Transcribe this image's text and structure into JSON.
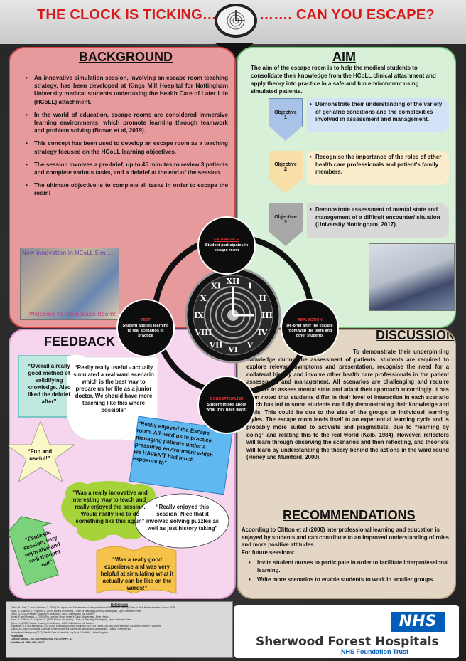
{
  "header": {
    "title_left": "THE CLOCK IS TICKING….",
    "title_right": "……. CAN YOU ESCAPE?"
  },
  "colors": {
    "title_red": "#d61a1a",
    "background_panel": "#e79a9c",
    "aim_panel": "#d8f0d8",
    "feedback_panel": "#f6d5ee",
    "discussion_panel": "#e3d6c4",
    "nhs_blue": "#005eb8"
  },
  "background": {
    "title": "BACKGROUND",
    "bullets": [
      "An innovative simulation session, involving an escape room teaching strategy, has been developed at Kings Mill Hospital for Nottingham University medical students undertaking the Health Care of Later Life (HCoLL) attachment.",
      "In the world of education, escape rooms are considered immersive learning environments, which promote learning through teamwork and problem solving (Brown et al, 2019).",
      "This concept has been used to develop  an escape room as a teaching strategy focused on the HCoLL learning objectives.",
      "The session involves  a pre-brief, up to 45 minutes to review 3 patients and complete various tasks, and a debrief at the end of the session.",
      "The ultimate objective is to complete all tasks in order to escape the room!"
    ],
    "photo_caption_top": "New innovation in HCoLL Sim….",
    "photo_caption_bottom": "Welcome to the Escape Room!"
  },
  "aim": {
    "title": "AIM",
    "text": "The aim of the escape room is to help the medical students to consolidate their knowledge from the HCoLL clinical attachment and apply theory into practice in a safe and fun environment using simulated patients.",
    "objectives": [
      {
        "label": "Objective",
        "number": "1",
        "text": "Demonstrate their understanding of the variety of geriatric conditions and the complexities involved in assessment and management."
      },
      {
        "label": "Objective",
        "number": "2",
        "text": "Recognise the importance of the roles of other health care professionals and patient's family  members."
      },
      {
        "label": "Objective",
        "number": "3",
        "text": "Demonstrate assessment of mental state and management of a  difficult encounter/ situation (University Nottingham, 2017)."
      }
    ]
  },
  "cycle": {
    "experience": {
      "label": "EXPERIENCE",
      "text": "Student participates in escape room"
    },
    "reflection": {
      "label": "REFLECTION",
      "text": "De-brief after the escape room with the team and other students"
    },
    "conceptualise": {
      "label": "CONCEPTUALISE",
      "text": "Student thinks about what they have learnt"
    },
    "test": {
      "label": "TEST",
      "text": "Student applies learning to real scenarios in practice"
    },
    "numerals": [
      "XII",
      "III",
      "VI",
      "IX",
      "I",
      "II",
      "IV",
      "V",
      "VII",
      "VIII",
      "X",
      "XI"
    ]
  },
  "feedback": {
    "title": "FEEDBACK",
    "quotes": [
      "“Overall a really good method of solidifying knowledge. Also liked the debrief after”",
      "“Really really useful - actually simulated a real ward scenario which is the best way to prepare us for life as a junior doctor. We should have more teaching like this where possible”",
      "“Fun and useful!”",
      "“Really enjoyed the Escape room. Allowed us to practice managing patients under a pressured environment which we HAVEN'T had much exposure to”",
      "“Was a really innovative and interesting way to teach and I really enjoyed the session. Would really like to do something like this again”",
      "“Really enjoyed this session! Nice that it involved solving puzzles as well as just history taking”",
      "“Fantastic session, very enjoyable and well thought out”",
      "“Was a really good experience and was very helpful at simulating what it actually can be like on the wards!”"
    ]
  },
  "discussion": {
    "title": "DISCUSSION",
    "text": "To demonstrate their underpinning knowledge during the assessment of patients, students are required to explore relevant symptoms and presentation, recognise the need for a collateral history and involve other health care professionals in the patient assessment and management.  All scenarios are challenging and require students to assess mental state and adapt their approach accordingly.  It has been noted that students differ in their level of interaction in each scenario which has led to some students not fully demonstrating their knowledge and skills.  This could be due to the size of the groups or individual learning styles. The escape room lends itself to an experiential learning cycle and is probably more suited to activists and pragmatists, due to “learning by doing” and relating this to the real world (Kolb, 1984).  However, reflectors will learn through observing the scenarios and then reflecting, and theorists will learn by understanding the theory behind the actions in the ward round (Honey and Mumford, 2000)."
  },
  "recommendations": {
    "title": "RECOMMENDATIONS",
    "intro": "According to Clifton et al (2006) interprofessional learning and education is enjoyed by students and can contribute to an improved understanding of roles and more positive attitudes.",
    "sub": "For future sessions:",
    "items": [
      "Invite student nurses to participate in order to facilitate interprofessional learning.",
      "Write more scenarios to enable students to work in smaller groups."
    ]
  },
  "references": {
    "title": "References",
    "items": [
      "Clifton, M., Dale, C. and Bradshaw, C. (2006) The Impact and Effectiveness of Inter-professional Education in Primary Care: An RCN literature review. London, RCN",
      "Joyce, B., Calhoun, E., Hopkins, D. (2009) Models of Learning – Tools for Teaching (3rd edn). Buckingham, Open University Press",
      "Quinn, N., (2010) Practice Teaching in Healthcare, SAGE Publications Ltd, London",
      "Honey, P. and Mumford, A. (2000) The Learning Styles Helper's Guide. Maidenhead, Peter Honey",
      "Joyce, B., Calhoun, E., Hopkins, D. (2009) Models of Learning – Tools for Teaching. Buckingham, Open University Press",
      "Quinn, N., (2010) Practice Teaching in Healthcare, SAGE Publications Ltd, London",
      "Kirkpatrick, D.L. and Kirkpatrick, J. D. (2006) Evaluating Training Programs: The Four Levels (3rd edn). San Francisco, CA: Berrett-Koehler Publishers",
      "Kolb, D.A. (1984) Experiential Learning: Experience as the Source of Learning and Development. London, Prentice-Hall",
      "University of Nottingham (2017), 'Health Care of Later Life Log Book & Portfolio', United Kingdom"
    ],
    "authors_title": "Authors",
    "authors": [
      "Lorraine Brooks – RN, BSc (Hons), Msc, Pg Cert IPPE, NT",
      "Julie Baskall- RMN, DBT, MNCT"
    ]
  },
  "logo": {
    "nhs": "NHS",
    "org_name": "Sherwood Forest Hospitals",
    "org_trust": "NHS Foundation Trust"
  }
}
